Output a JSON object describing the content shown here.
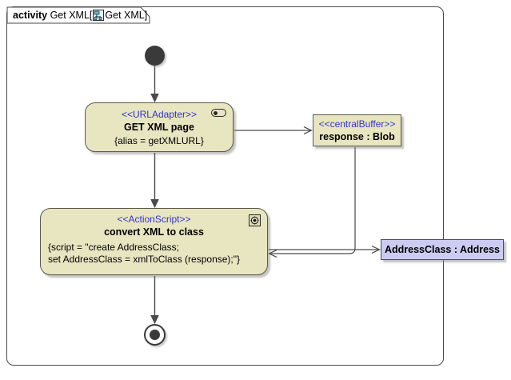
{
  "frame": {
    "keyword": "activity",
    "name": "Get XML",
    "bracket_open": "[",
    "bracket_close": "]",
    "inner_name": "Get XML",
    "icon": "activity-diagram-icon"
  },
  "nodes": {
    "initial": {
      "name": "initial-node",
      "kind": "initial"
    },
    "get_xml": {
      "stereotype": "<<URLAdapter>>",
      "name": "GET XML page",
      "body": "{alias = getXMLURL}",
      "icon": "pin-icon"
    },
    "response_buffer": {
      "stereotype": "<<centralBuffer>>",
      "name": "response : Blob"
    },
    "convert": {
      "stereotype": "<<ActionScript>>",
      "name": "convert XML to class",
      "body": "{script = \"create AddressClass;\nset AddressClass = xmlToClass (response);\"}",
      "icon": "gear-icon"
    },
    "address_class": {
      "name": "AddressClass : Address"
    },
    "final": {
      "name": "final-node",
      "kind": "activity-final"
    }
  },
  "colors": {
    "node_fill": "#e8e5c1",
    "node_border": "#5a5a4a",
    "stereotype_text": "#3333cc",
    "object_fill": "#ccccf2",
    "object_border": "#4a4a6a",
    "frame_border": "#4a4a4a",
    "connector": "#4a4a4a",
    "control_node": "#3a3a3a",
    "canvas": "#ffffff"
  },
  "connectors": [
    {
      "name": "initial-to-get-xml",
      "from": "initial",
      "to": "get_xml"
    },
    {
      "name": "get-xml-to-response-buffer",
      "from": "get_xml",
      "to": "response_buffer"
    },
    {
      "name": "get-xml-to-convert",
      "from": "get_xml",
      "to": "convert"
    },
    {
      "name": "response-buffer-to-convert",
      "from": "response_buffer",
      "to": "convert"
    },
    {
      "name": "convert-to-address-class",
      "from": "convert",
      "to": "address_class"
    },
    {
      "name": "convert-to-final",
      "from": "convert",
      "to": "final"
    }
  ]
}
